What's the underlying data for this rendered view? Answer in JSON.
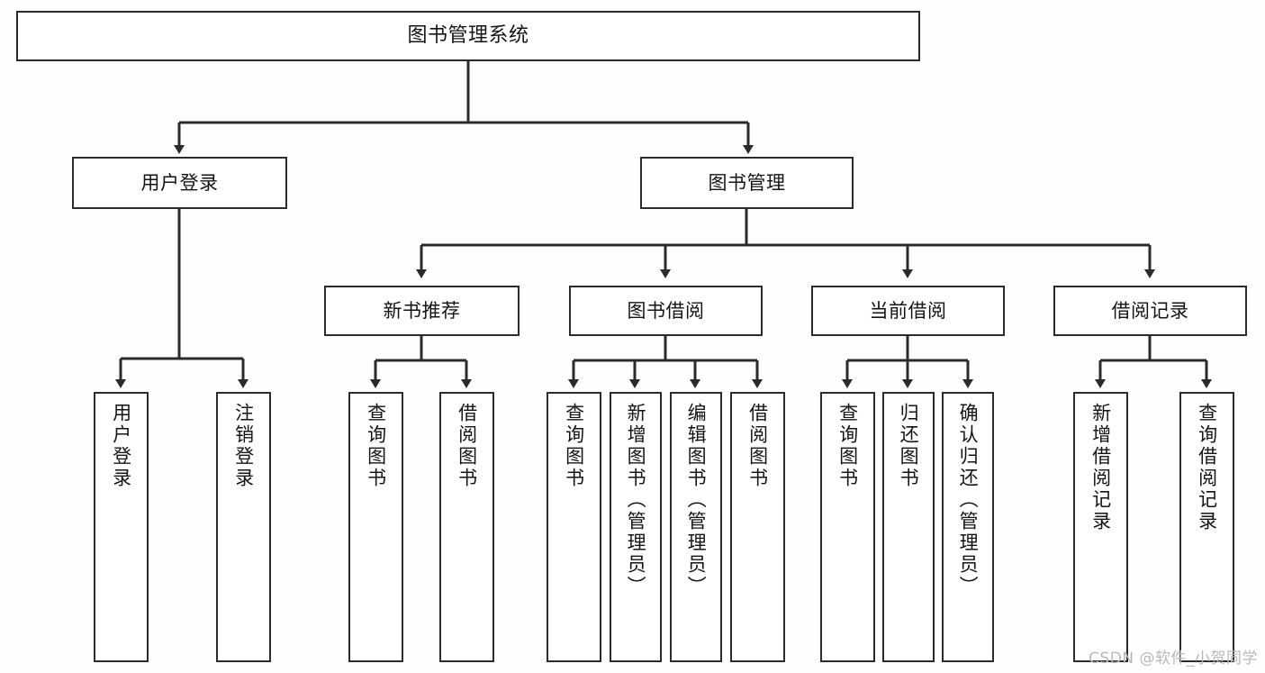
{
  "diagram": {
    "title": "图书管理系统",
    "type": "tree",
    "background_color": "#fefefe",
    "line_color": "#2b2b2b",
    "box_fill": "#ffffff",
    "nodes": {
      "root": {
        "label": "图书管理系统"
      },
      "level2": [
        {
          "id": "user-login",
          "label": "用户登录"
        },
        {
          "id": "book-manage",
          "label": "图书管理"
        }
      ],
      "level3": [
        {
          "id": "new-book-recommend",
          "label": "新书推荐"
        },
        {
          "id": "book-borrow",
          "label": "图书借阅"
        },
        {
          "id": "current-borrow",
          "label": "当前借阅"
        },
        {
          "id": "borrow-record",
          "label": "借阅记录"
        }
      ],
      "leaves": {
        "user_login": [
          {
            "id": "leaf-user-login",
            "label": "用户登录"
          },
          {
            "id": "leaf-logout-login",
            "label": "注销登录"
          }
        ],
        "new_book_recommend": [
          {
            "id": "leaf-query-book-1",
            "label": "查询图书"
          },
          {
            "id": "leaf-borrow-book-1",
            "label": "借阅图书"
          }
        ],
        "book_borrow": [
          {
            "id": "leaf-query-book-2",
            "label": "查询图书"
          },
          {
            "id": "leaf-add-book",
            "label": "新增图书（管理员）"
          },
          {
            "id": "leaf-edit-book",
            "label": "编辑图书（管理员）"
          },
          {
            "id": "leaf-borrow-book-2",
            "label": "借阅图书"
          }
        ],
        "current_borrow": [
          {
            "id": "leaf-query-book-3",
            "label": "查询图书"
          },
          {
            "id": "leaf-return-book",
            "label": "归还图书"
          },
          {
            "id": "leaf-confirm-return",
            "label": "确认归还（管理员）"
          }
        ],
        "borrow_record": [
          {
            "id": "leaf-add-record",
            "label": "新增借阅记录"
          },
          {
            "id": "leaf-query-record",
            "label": "查询借阅记录"
          }
        ]
      }
    }
  },
  "watermark": {
    "text": "CSDN @软件_小贺同学"
  }
}
